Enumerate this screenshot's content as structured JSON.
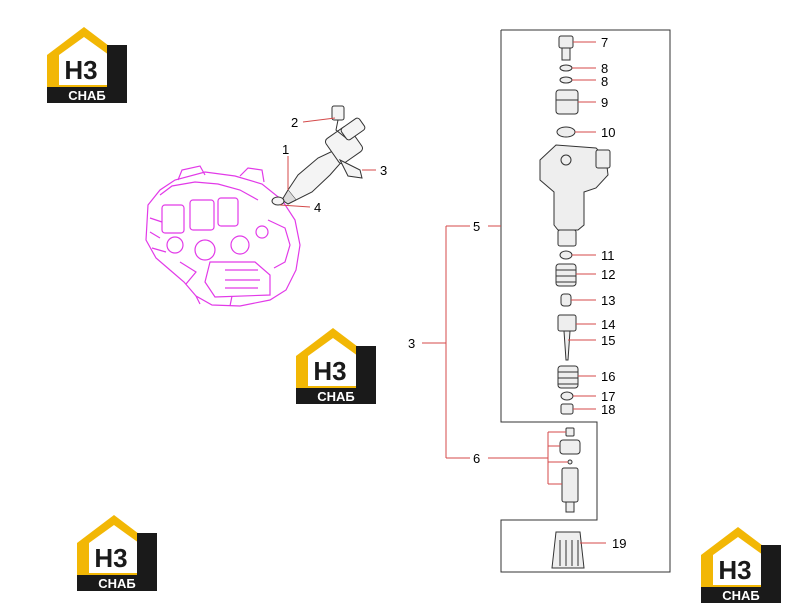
{
  "logo": {
    "mark": "H3",
    "caption": "СНАБ",
    "colors": {
      "roof": "#f2b705",
      "dark": "#1a1a1a",
      "caption_text": "#ffffff"
    }
  },
  "colors": {
    "engine_outline": "#e23ae8",
    "leader_line": "#d44a4a",
    "parts_line": "#333333"
  },
  "callouts": {
    "c1": "1",
    "c2": "2",
    "c3a": "3",
    "c4": "4",
    "c5": "5",
    "c3b": "3",
    "c6": "6",
    "c7": "7",
    "c8a": "8",
    "c8b": "8",
    "c9": "9",
    "c10": "10",
    "c11": "11",
    "c12": "12",
    "c13": "13",
    "c14": "14",
    "c15": "15",
    "c16": "16",
    "c17": "17",
    "c18": "18",
    "c19": "19"
  }
}
